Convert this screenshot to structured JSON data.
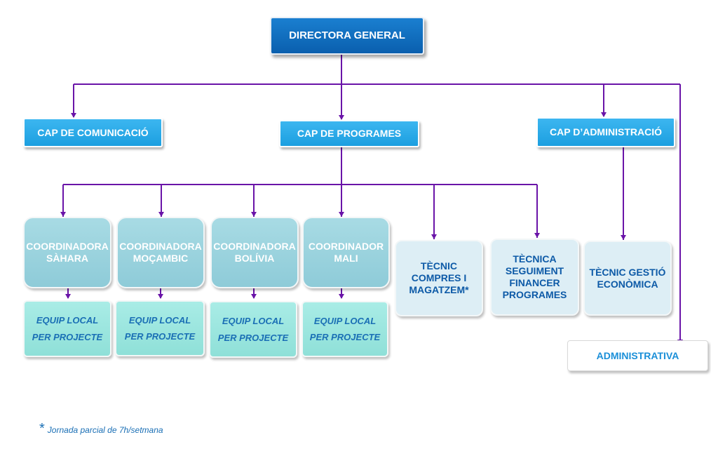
{
  "colors": {
    "line": "#6a14a8",
    "director": "#0a6cc0",
    "head": "#26a8e8",
    "coordinator": "#95cfdb",
    "team": "#97e4dc",
    "technician": "#ddeef5"
  },
  "director": "DIRECTORA GENERAL",
  "heads": {
    "communication": "CAP DE COMUNICACIÓ",
    "programs": "CAP DE PROGRAMES",
    "administration": "CAP D’ADMINISTRACIÓ"
  },
  "coordinators": [
    {
      "line1": "COORDINADORA",
      "line2": "SÀHARA"
    },
    {
      "line1": "COORDINADORA",
      "line2": "MOÇAMBIC"
    },
    {
      "line1": "COORDINADORA",
      "line2": "BOLÍVIA"
    },
    {
      "line1": "COORDINADOR",
      "line2": "MALI"
    }
  ],
  "local_teams": [
    {
      "line1": "EQUIP LOCAL",
      "line2": "PER PROJECTE"
    },
    {
      "line1": "EQUIP LOCAL",
      "line2": "PER PROJECTE"
    },
    {
      "line1": "EQUIP LOCAL",
      "line2": "PER PROJECTE"
    },
    {
      "line1": "EQUIP LOCAL",
      "line2": "PER PROJECTE"
    }
  ],
  "technicians": {
    "purchases": {
      "line1": "TÈCNIC",
      "line2": "COMPRES I",
      "line3": "MAGATZEM*"
    },
    "financial": {
      "line1": "TÈCNICA",
      "line2": "SEGUIMENT",
      "line3": "FINANCER",
      "line4": "PROGRAMES"
    },
    "economic": {
      "line1": "TÈCNIC GESTIÓ",
      "line2": "ECONÒMICA"
    }
  },
  "administrative": "ADMINISTRATIVA",
  "footnote": {
    "symbol": "*",
    "text": "Jornada parcial de 7h/setmana"
  }
}
